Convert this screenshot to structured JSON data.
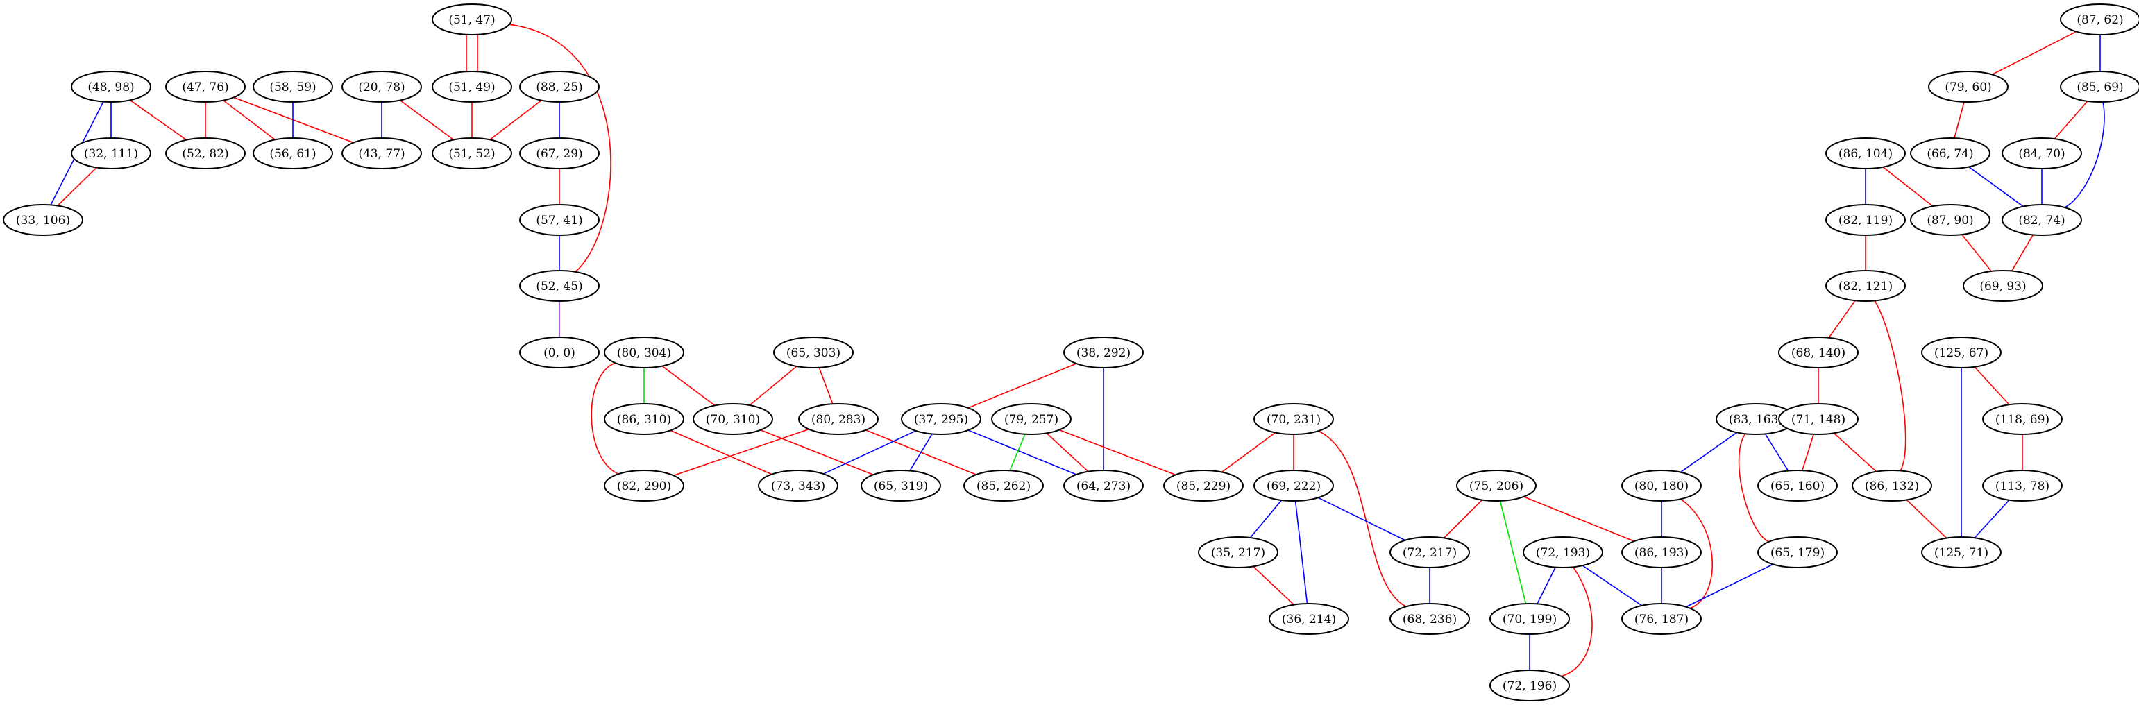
{
  "colors": {
    "red": "#ff0000",
    "blue": "#0000ff",
    "green": "#00e000",
    "purple": "#9b30d9",
    "node_border": "#000000",
    "background": "#ffffff"
  },
  "nodes": [
    {
      "id": "n51_47",
      "label": "(51, 47)"
    },
    {
      "id": "n48_98",
      "label": "(48, 98)"
    },
    {
      "id": "n47_76",
      "label": "(47, 76)"
    },
    {
      "id": "n58_59",
      "label": "(58, 59)"
    },
    {
      "id": "n20_78",
      "label": "(20, 78)"
    },
    {
      "id": "n51_49",
      "label": "(51, 49)"
    },
    {
      "id": "n88_25",
      "label": "(88, 25)"
    },
    {
      "id": "n32_111",
      "label": "(32, 111)"
    },
    {
      "id": "n52_82",
      "label": "(52, 82)"
    },
    {
      "id": "n56_61",
      "label": "(56, 61)"
    },
    {
      "id": "n43_77",
      "label": "(43, 77)"
    },
    {
      "id": "n51_52",
      "label": "(51, 52)"
    },
    {
      "id": "n67_29",
      "label": "(67, 29)"
    },
    {
      "id": "n33_106",
      "label": "(33, 106)"
    },
    {
      "id": "n57_41",
      "label": "(57, 41)"
    },
    {
      "id": "n52_45",
      "label": "(52, 45)"
    },
    {
      "id": "n0_0",
      "label": "(0, 0)"
    },
    {
      "id": "n80_304",
      "label": "(80, 304)"
    },
    {
      "id": "n65_303",
      "label": "(65, 303)"
    },
    {
      "id": "n38_292",
      "label": "(38, 292)"
    },
    {
      "id": "n86_310",
      "label": "(86, 310)"
    },
    {
      "id": "n70_310",
      "label": "(70, 310)"
    },
    {
      "id": "n80_283",
      "label": "(80, 283)"
    },
    {
      "id": "n37_295",
      "label": "(37, 295)"
    },
    {
      "id": "n79_257",
      "label": "(79, 257)"
    },
    {
      "id": "n82_290",
      "label": "(82, 290)"
    },
    {
      "id": "n73_343",
      "label": "(73, 343)"
    },
    {
      "id": "n65_319",
      "label": "(65, 319)"
    },
    {
      "id": "n85_262",
      "label": "(85, 262)"
    },
    {
      "id": "n64_273",
      "label": "(64, 273)"
    },
    {
      "id": "n70_231",
      "label": "(70, 231)"
    },
    {
      "id": "n85_229",
      "label": "(85, 229)"
    },
    {
      "id": "n69_222",
      "label": "(69, 222)"
    },
    {
      "id": "n75_206",
      "label": "(75, 206)"
    },
    {
      "id": "n35_217",
      "label": "(35, 217)"
    },
    {
      "id": "n72_217",
      "label": "(72, 217)"
    },
    {
      "id": "n72_193",
      "label": "(72, 193)"
    },
    {
      "id": "n36_214",
      "label": "(36, 214)"
    },
    {
      "id": "n68_236",
      "label": "(68, 236)"
    },
    {
      "id": "n70_199",
      "label": "(70, 199)"
    },
    {
      "id": "n72_196",
      "label": "(72, 196)"
    },
    {
      "id": "n87_62",
      "label": "(87, 62)"
    },
    {
      "id": "n79_60",
      "label": "(79, 60)"
    },
    {
      "id": "n85_69",
      "label": "(85, 69)"
    },
    {
      "id": "n86_104",
      "label": "(86, 104)"
    },
    {
      "id": "n66_74",
      "label": "(66, 74)"
    },
    {
      "id": "n84_70",
      "label": "(84, 70)"
    },
    {
      "id": "n82_119",
      "label": "(82, 119)"
    },
    {
      "id": "n87_90",
      "label": "(87, 90)"
    },
    {
      "id": "n82_74",
      "label": "(82, 74)"
    },
    {
      "id": "n82_121",
      "label": "(82, 121)"
    },
    {
      "id": "n69_93",
      "label": "(69, 93)"
    },
    {
      "id": "n68_140",
      "label": "(68, 140)"
    },
    {
      "id": "n125_67",
      "label": "(125, 67)"
    },
    {
      "id": "n83_163",
      "label": "(83, 163)"
    },
    {
      "id": "n71_148",
      "label": "(71, 148)"
    },
    {
      "id": "n118_69",
      "label": "(118, 69)"
    },
    {
      "id": "n80_180",
      "label": "(80, 180)"
    },
    {
      "id": "n65_160",
      "label": "(65, 160)"
    },
    {
      "id": "n86_132",
      "label": "(86, 132)"
    },
    {
      "id": "n113_78",
      "label": "(113, 78)"
    },
    {
      "id": "n86_193",
      "label": "(86, 193)"
    },
    {
      "id": "n65_179",
      "label": "(65, 179)"
    },
    {
      "id": "n125_71",
      "label": "(125, 71)"
    },
    {
      "id": "n76_187",
      "label": "(76, 187)"
    }
  ],
  "edges": [
    {
      "from": "n51_47",
      "to": "n51_49",
      "color": "red"
    },
    {
      "from": "n51_47",
      "to": "n51_49",
      "color": "red"
    },
    {
      "from": "n51_47",
      "to": "n52_45",
      "color": "red"
    },
    {
      "from": "n48_98",
      "to": "n32_111",
      "color": "blue"
    },
    {
      "from": "n48_98",
      "to": "n52_82",
      "color": "red"
    },
    {
      "from": "n48_98",
      "to": "n33_106",
      "color": "blue"
    },
    {
      "from": "n47_76",
      "to": "n52_82",
      "color": "red"
    },
    {
      "from": "n47_76",
      "to": "n56_61",
      "color": "red"
    },
    {
      "from": "n47_76",
      "to": "n43_77",
      "color": "red"
    },
    {
      "from": "n58_59",
      "to": "n56_61",
      "color": "blue"
    },
    {
      "from": "n20_78",
      "to": "n43_77",
      "color": "blue"
    },
    {
      "from": "n20_78",
      "to": "n51_52",
      "color": "red"
    },
    {
      "from": "n51_49",
      "to": "n51_52",
      "color": "red"
    },
    {
      "from": "n88_25",
      "to": "n51_52",
      "color": "red"
    },
    {
      "from": "n88_25",
      "to": "n67_29",
      "color": "blue"
    },
    {
      "from": "n32_111",
      "to": "n33_106",
      "color": "red"
    },
    {
      "from": "n67_29",
      "to": "n57_41",
      "color": "red"
    },
    {
      "from": "n57_41",
      "to": "n52_45",
      "color": "blue"
    },
    {
      "from": "n52_45",
      "to": "n0_0",
      "color": "purple"
    },
    {
      "from": "n80_304",
      "to": "n86_310",
      "color": "green"
    },
    {
      "from": "n80_304",
      "to": "n70_310",
      "color": "red"
    },
    {
      "from": "n80_304",
      "to": "n82_290",
      "color": "red"
    },
    {
      "from": "n65_303",
      "to": "n70_310",
      "color": "red"
    },
    {
      "from": "n65_303",
      "to": "n80_283",
      "color": "red"
    },
    {
      "from": "n38_292",
      "to": "n37_295",
      "color": "red"
    },
    {
      "from": "n38_292",
      "to": "n64_273",
      "color": "blue"
    },
    {
      "from": "n86_310",
      "to": "n73_343",
      "color": "red"
    },
    {
      "from": "n70_310",
      "to": "n65_319",
      "color": "red"
    },
    {
      "from": "n80_283",
      "to": "n82_290",
      "color": "red"
    },
    {
      "from": "n80_283",
      "to": "n85_262",
      "color": "red"
    },
    {
      "from": "n37_295",
      "to": "n73_343",
      "color": "blue"
    },
    {
      "from": "n37_295",
      "to": "n65_319",
      "color": "blue"
    },
    {
      "from": "n37_295",
      "to": "n64_273",
      "color": "blue"
    },
    {
      "from": "n79_257",
      "to": "n85_262",
      "color": "green"
    },
    {
      "from": "n79_257",
      "to": "n64_273",
      "color": "red"
    },
    {
      "from": "n79_257",
      "to": "n85_229",
      "color": "red"
    },
    {
      "from": "n70_231",
      "to": "n85_229",
      "color": "red"
    },
    {
      "from": "n70_231",
      "to": "n69_222",
      "color": "red"
    },
    {
      "from": "n70_231",
      "to": "n68_236",
      "color": "red"
    },
    {
      "from": "n69_222",
      "to": "n35_217",
      "color": "blue"
    },
    {
      "from": "n69_222",
      "to": "n36_214",
      "color": "blue"
    },
    {
      "from": "n69_222",
      "to": "n72_217",
      "color": "blue"
    },
    {
      "from": "n35_217",
      "to": "n36_214",
      "color": "red"
    },
    {
      "from": "n72_217",
      "to": "n68_236",
      "color": "blue"
    },
    {
      "from": "n75_206",
      "to": "n72_217",
      "color": "red"
    },
    {
      "from": "n75_206",
      "to": "n70_199",
      "color": "green"
    },
    {
      "from": "n75_206",
      "to": "n86_193",
      "color": "red"
    },
    {
      "from": "n72_193",
      "to": "n70_199",
      "color": "blue"
    },
    {
      "from": "n72_193",
      "to": "n76_187",
      "color": "blue"
    },
    {
      "from": "n72_193",
      "to": "n72_196",
      "color": "red"
    },
    {
      "from": "n70_199",
      "to": "n72_196",
      "color": "blue"
    },
    {
      "from": "n87_62",
      "to": "n79_60",
      "color": "red"
    },
    {
      "from": "n87_62",
      "to": "n85_69",
      "color": "blue"
    },
    {
      "from": "n79_60",
      "to": "n66_74",
      "color": "red"
    },
    {
      "from": "n85_69",
      "to": "n84_70",
      "color": "red"
    },
    {
      "from": "n85_69",
      "to": "n82_74",
      "color": "blue"
    },
    {
      "from": "n66_74",
      "to": "n82_74",
      "color": "blue"
    },
    {
      "from": "n84_70",
      "to": "n82_74",
      "color": "blue"
    },
    {
      "from": "n86_104",
      "to": "n82_119",
      "color": "blue"
    },
    {
      "from": "n86_104",
      "to": "n87_90",
      "color": "red"
    },
    {
      "from": "n87_90",
      "to": "n69_93",
      "color": "red"
    },
    {
      "from": "n82_74",
      "to": "n69_93",
      "color": "red"
    },
    {
      "from": "n82_119",
      "to": "n82_121",
      "color": "red"
    },
    {
      "from": "n82_121",
      "to": "n68_140",
      "color": "red"
    },
    {
      "from": "n82_121",
      "to": "n86_132",
      "color": "red"
    },
    {
      "from": "n68_140",
      "to": "n71_148",
      "color": "red"
    },
    {
      "from": "n71_148",
      "to": "n65_160",
      "color": "red"
    },
    {
      "from": "n71_148",
      "to": "n86_132",
      "color": "red"
    },
    {
      "from": "n83_163",
      "to": "n80_180",
      "color": "blue"
    },
    {
      "from": "n83_163",
      "to": "n65_160",
      "color": "blue"
    },
    {
      "from": "n83_163",
      "to": "n65_179",
      "color": "red"
    },
    {
      "from": "n80_180",
      "to": "n86_193",
      "color": "blue"
    },
    {
      "from": "n80_180",
      "to": "n76_187",
      "color": "red"
    },
    {
      "from": "n86_193",
      "to": "n76_187",
      "color": "blue"
    },
    {
      "from": "n65_179",
      "to": "n76_187",
      "color": "blue"
    },
    {
      "from": "n125_67",
      "to": "n118_69",
      "color": "red"
    },
    {
      "from": "n125_67",
      "to": "n125_71",
      "color": "blue"
    },
    {
      "from": "n118_69",
      "to": "n113_78",
      "color": "red"
    },
    {
      "from": "n113_78",
      "to": "n125_71",
      "color": "blue"
    },
    {
      "from": "n86_132",
      "to": "n125_71",
      "color": "red"
    }
  ]
}
